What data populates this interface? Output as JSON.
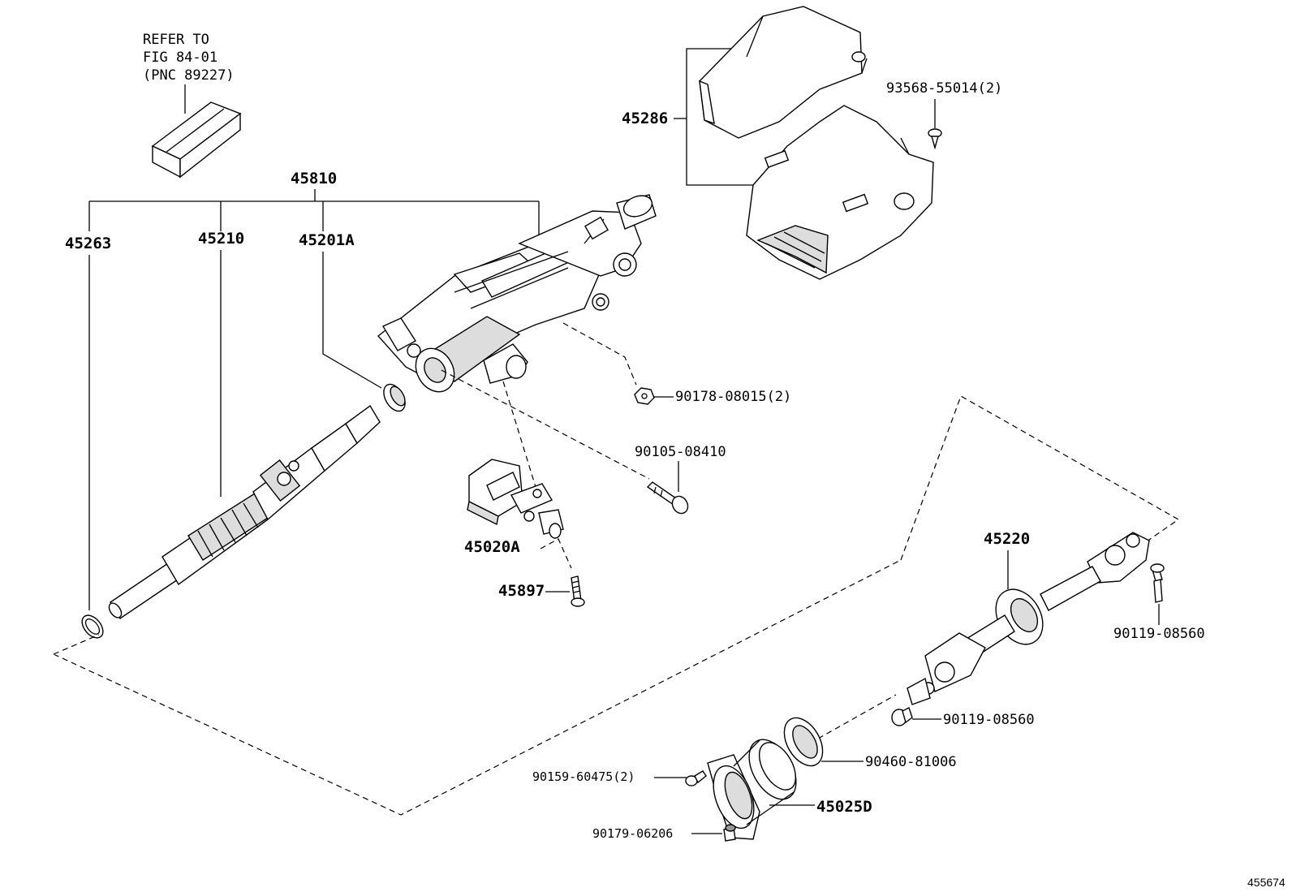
{
  "refer_note": {
    "line1": "REFER TO",
    "line2": "FIG 84-01",
    "line3": "(PNC 89227)"
  },
  "labels": {
    "p45810": "45810",
    "p45263": "45263",
    "p45210": "45210",
    "p45201A": "45201A",
    "p45286": "45286",
    "p93568": "93568-55014(2)",
    "p90178": "90178-08015(2)",
    "p90105": "90105-08410",
    "p45020A": "45020A",
    "p45897": "45897",
    "p45220": "45220",
    "p90119a": "90119-08560",
    "p90119b": "90119-08560",
    "p90460": "90460-81006",
    "p90159": "90159-60475(2)",
    "p45025D": "45025D",
    "p90179": "90179-06206"
  },
  "figure_id": "455674"
}
